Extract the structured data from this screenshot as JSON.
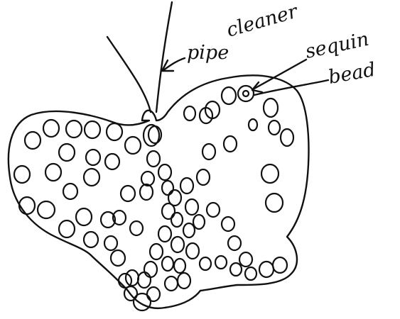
{
  "labels": {
    "pipe": "pipe",
    "cleaner": "cleaner",
    "sequin": "sequin",
    "bead": "bead"
  },
  "colors": {
    "ink": "#111111",
    "paper": "#ffffff"
  }
}
